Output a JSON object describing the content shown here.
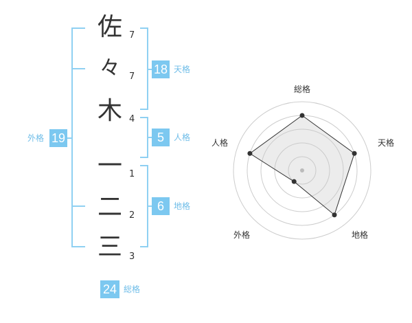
{
  "name": {
    "chars": [
      {
        "char": "佐",
        "strokes": "7"
      },
      {
        "char": "々",
        "strokes": "7"
      },
      {
        "char": "木",
        "strokes": "4"
      },
      {
        "char": "一",
        "strokes": "1"
      },
      {
        "char": "二",
        "strokes": "2"
      },
      {
        "char": "三",
        "strokes": "3"
      }
    ]
  },
  "fortunes": {
    "tenkaku": {
      "value": "18",
      "label": "天格"
    },
    "jinkaku": {
      "value": "5",
      "label": "人格"
    },
    "chikaku": {
      "value": "6",
      "label": "地格"
    },
    "gaikaku": {
      "value": "19",
      "label": "外格"
    },
    "soukaku": {
      "value": "24",
      "label": "総格"
    }
  },
  "colors": {
    "bracket": "#8fd0f2",
    "badge": "#7cc8f0",
    "label": "#6fbde8",
    "text": "#333333"
  },
  "chart_data": {
    "type": "radar",
    "axes": [
      "総格",
      "天格",
      "地格",
      "外格",
      "人格"
    ],
    "values": [
      4,
      4,
      4,
      1,
      4
    ],
    "range": [
      0,
      5
    ],
    "grid": true
  }
}
